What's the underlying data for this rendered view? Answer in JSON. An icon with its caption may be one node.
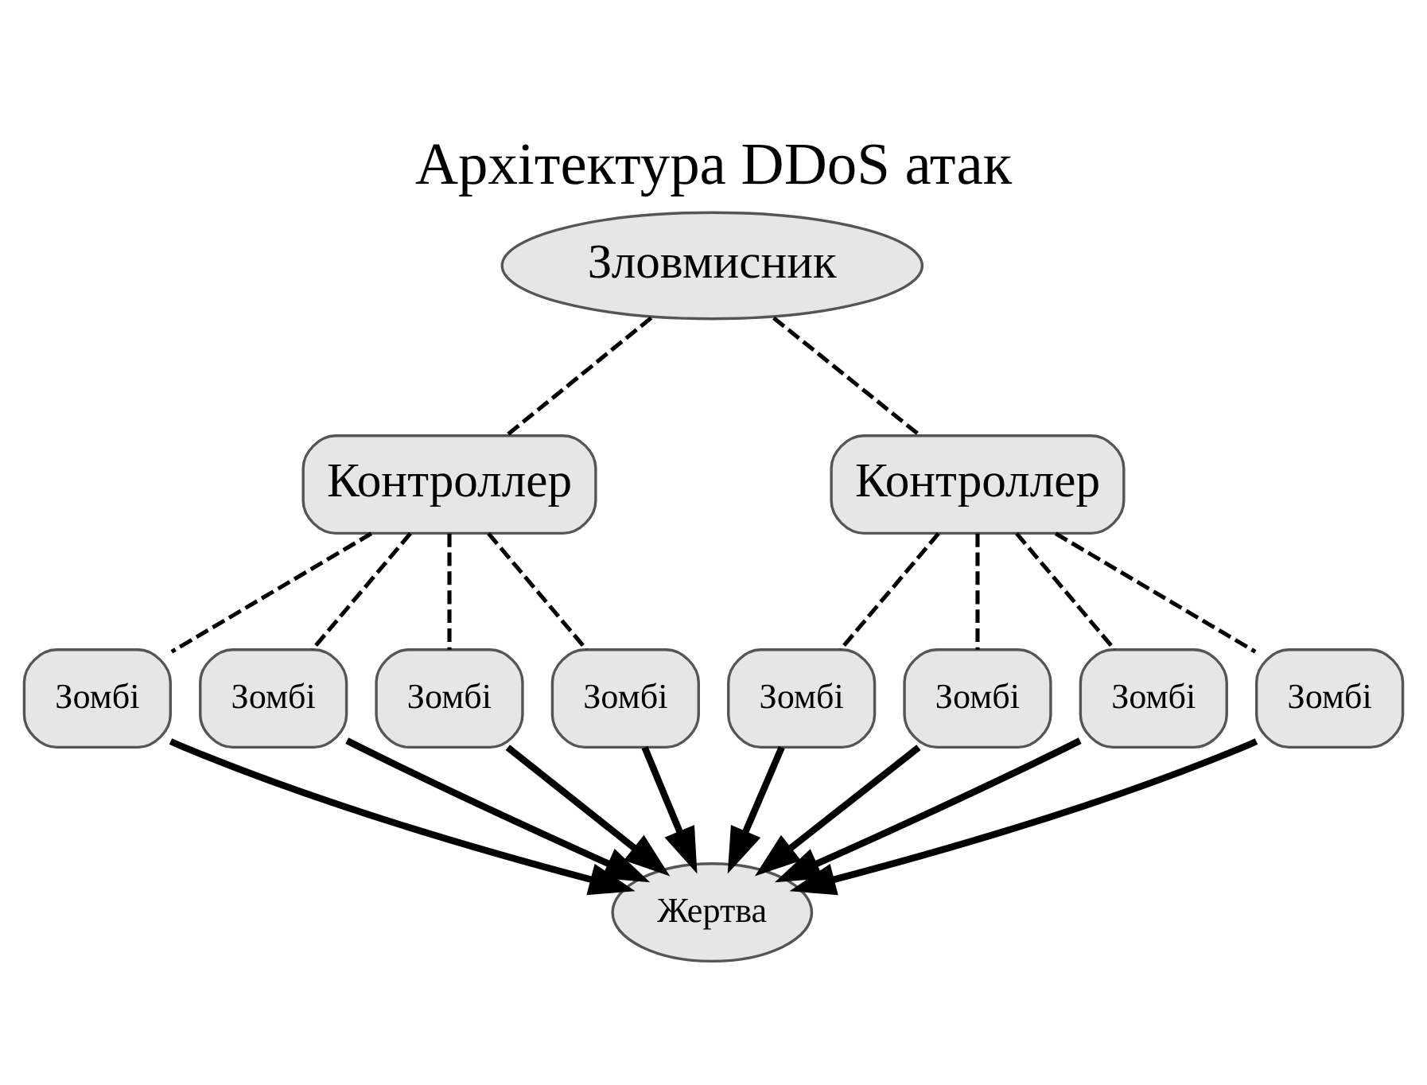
{
  "diagram": {
    "title": "Архітектура DDoS атак",
    "nodes": [
      {
        "text": [
          "Зловмисник"
        ]
      },
      {
        "text": [
          "Контроллер"
        ]
      },
      {
        "text": [
          "Контроллер"
        ]
      },
      {
        "text": [
          "Зомбі"
        ]
      },
      {
        "text": [
          "Зомбі"
        ]
      },
      {
        "text": [
          "Зомбі"
        ]
      },
      {
        "text": [
          "Зомбі"
        ]
      },
      {
        "text": [
          "Зомбі"
        ]
      },
      {
        "text": [
          "Зомбі"
        ]
      },
      {
        "text": [
          "Зомбі"
        ]
      },
      {
        "text": [
          "Зомбі"
        ]
      },
      {
        "text": [
          "Жертва"
        ]
      }
    ],
    "edges": [
      {
        "from": 0,
        "to": 1,
        "arrow": "none",
        "style": "dashed"
      },
      {
        "from": 0,
        "to": 2,
        "arrow": "none",
        "style": "dashed"
      },
      {
        "from": 1,
        "to": 3,
        "arrow": "none",
        "style": "dashed"
      },
      {
        "from": 1,
        "to": 4,
        "arrow": "none",
        "style": "dashed"
      },
      {
        "from": 1,
        "to": 5,
        "arrow": "none",
        "style": "dashed"
      },
      {
        "from": 1,
        "to": 6,
        "arrow": "none",
        "style": "dashed"
      },
      {
        "from": 2,
        "to": 7,
        "arrow": "none",
        "style": "dashed"
      },
      {
        "from": 2,
        "to": 8,
        "arrow": "none",
        "style": "dashed"
      },
      {
        "from": 2,
        "to": 9,
        "arrow": "none",
        "style": "dashed"
      },
      {
        "from": 2,
        "to": 10,
        "arrow": "none",
        "style": "dashed"
      },
      {
        "from": 3,
        "to": 11,
        "arrow": "to"
      },
      {
        "from": 4,
        "to": 11,
        "arrow": "to"
      },
      {
        "from": 5,
        "to": 11,
        "arrow": "to"
      },
      {
        "from": 6,
        "to": 11,
        "arrow": "to"
      },
      {
        "from": 7,
        "to": 11,
        "arrow": "to"
      },
      {
        "from": 8,
        "to": 11,
        "arrow": "to"
      },
      {
        "from": 9,
        "to": 11,
        "arrow": "to"
      },
      {
        "from": 10,
        "to": 11,
        "arrow": "to"
      }
    ]
  }
}
